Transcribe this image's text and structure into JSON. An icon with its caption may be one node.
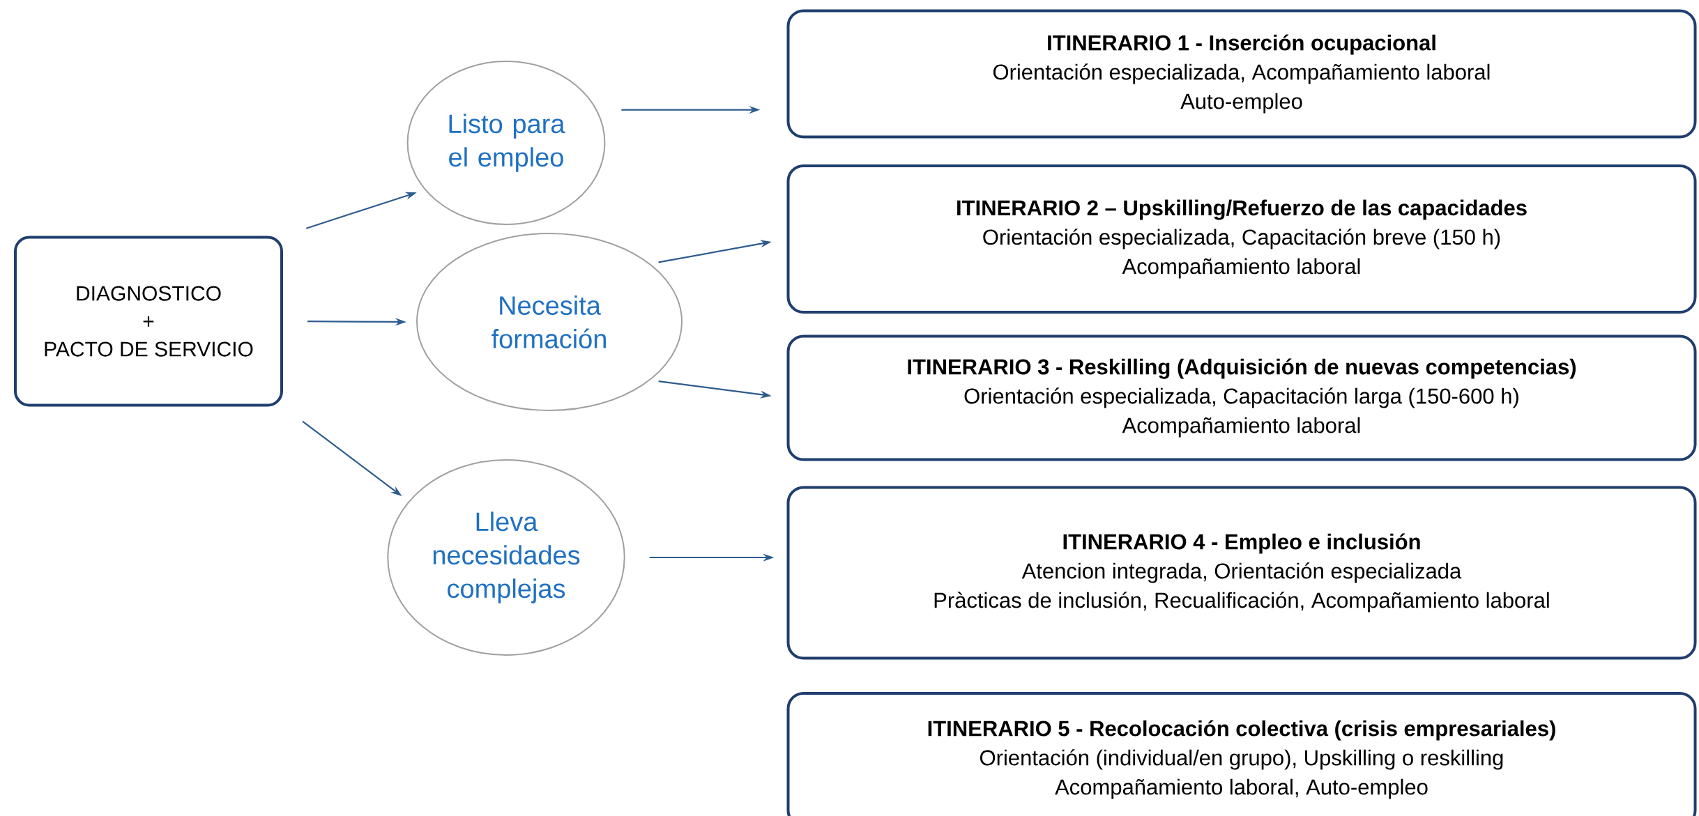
{
  "diagram": {
    "nodes": [
      {
        "text": [
          "DIAGNOSTICO",
          "+",
          "PACTO DE SERVICIO"
        ]
      },
      {
        "text": [
          "Listo para el empleo"
        ]
      },
      {
        "text": [
          "Necesita formación"
        ]
      },
      {
        "text": [
          "Lleva necesidades complejas"
        ]
      },
      {
        "text": [
          "ITINERARIO 1 - Inserción ocupacional",
          "Orientación especializada, Acompañamiento laboral",
          "Auto-empleo"
        ]
      },
      {
        "text": [
          "ITINERARIO 2 – Upskilling/Refuerzo de las capacidades",
          "Orientación especializada, Capacitación breve (150 h)",
          "Acompañamiento laboral"
        ]
      },
      {
        "text": [
          "ITINERARIO 3 - Reskilling (Adquisición de nuevas competencias)",
          "Orientación especializada, Capacitación larga (150-600 h)",
          "Acompañamiento laboral"
        ]
      },
      {
        "text": [
          "ITINERARIO 4 - Empleo e inclusión",
          "Atencion integrada, Orientación especializada",
          "Pràcticas de inclusión, Recualificación, Acompañamiento laboral"
        ]
      },
      {
        "text": [
          "ITINERARIO 5 - Recolocación colectiva (crisis empresariales)",
          "Orientación (individual/en grupo), Upskilling o reskilling",
          "Acompañamiento laboral, Auto-empleo"
        ]
      }
    ],
    "edges": [
      {
        "from": 0,
        "to": 1,
        "arrow": "to"
      },
      {
        "from": 0,
        "to": 2,
        "arrow": "to"
      },
      {
        "from": 0,
        "to": 3,
        "arrow": "to"
      },
      {
        "from": 1,
        "to": 4,
        "arrow": "to"
      },
      {
        "from": 2,
        "to": 5,
        "arrow": "to"
      },
      {
        "from": 2,
        "to": 6,
        "arrow": "to"
      },
      {
        "from": 3,
        "to": 7,
        "arrow": "to"
      }
    ]
  }
}
